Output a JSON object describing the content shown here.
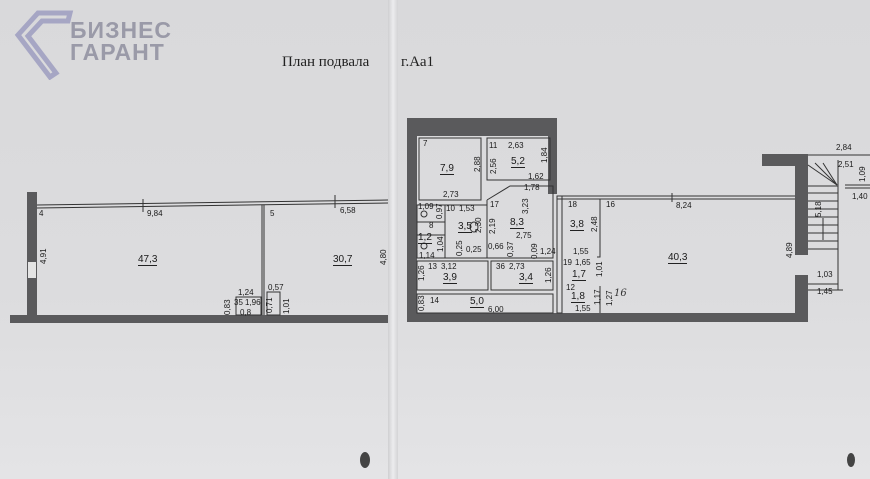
{
  "logo": {
    "line1": "БИЗНЕС",
    "line2": "ГАРАНТ"
  },
  "title": {
    "part1": "План подвала",
    "part2": "г.Аа1"
  },
  "left_plan": {
    "labels": [
      "4",
      "9,84",
      "5",
      "6,58",
      "4,91",
      "47,3",
      "30,7",
      "4,80",
      "1,24",
      "0,57",
      "0,83",
      "1,96",
      "0,8",
      "0,71",
      "1,01",
      "35"
    ]
  },
  "middle_plan": {
    "labels": [
      "7",
      "7,9",
      "2,88",
      "2,73",
      "11",
      "2,63",
      "2,56",
      "5,2",
      "1,84",
      "1,62",
      "1,78",
      "17",
      "3,23",
      "8,3",
      "2,19",
      "2,75",
      "0,66",
      "0,37",
      "0,09",
      "1,24",
      "10",
      "1,53",
      "1,09",
      "0,97",
      "8",
      "3,5",
      "2,30",
      "1,2",
      "1,04",
      "1,14",
      "0,25",
      "0,25",
      "13",
      "3,12",
      "36",
      "2,73",
      "1,26",
      "3,9",
      "3,4",
      "1,26",
      "0,83",
      "14",
      "5,0",
      "6,00"
    ]
  },
  "right_plan": {
    "labels": [
      "18",
      "16",
      "8,24",
      "3,8",
      "2,48",
      "1,55",
      "19",
      "1,65",
      "1,01",
      "1,7",
      "12",
      "1,8",
      "1,17",
      "1,27",
      "1,55",
      "40,3",
      "4,89",
      "2,84",
      "2,51",
      "1,09",
      "1,40",
      "5,18",
      "1,03",
      "1,45",
      "16"
    ]
  },
  "colors": {
    "wall": "#5a5a5c",
    "paper": "#dcdcde",
    "logo": "#9a9aa8"
  }
}
